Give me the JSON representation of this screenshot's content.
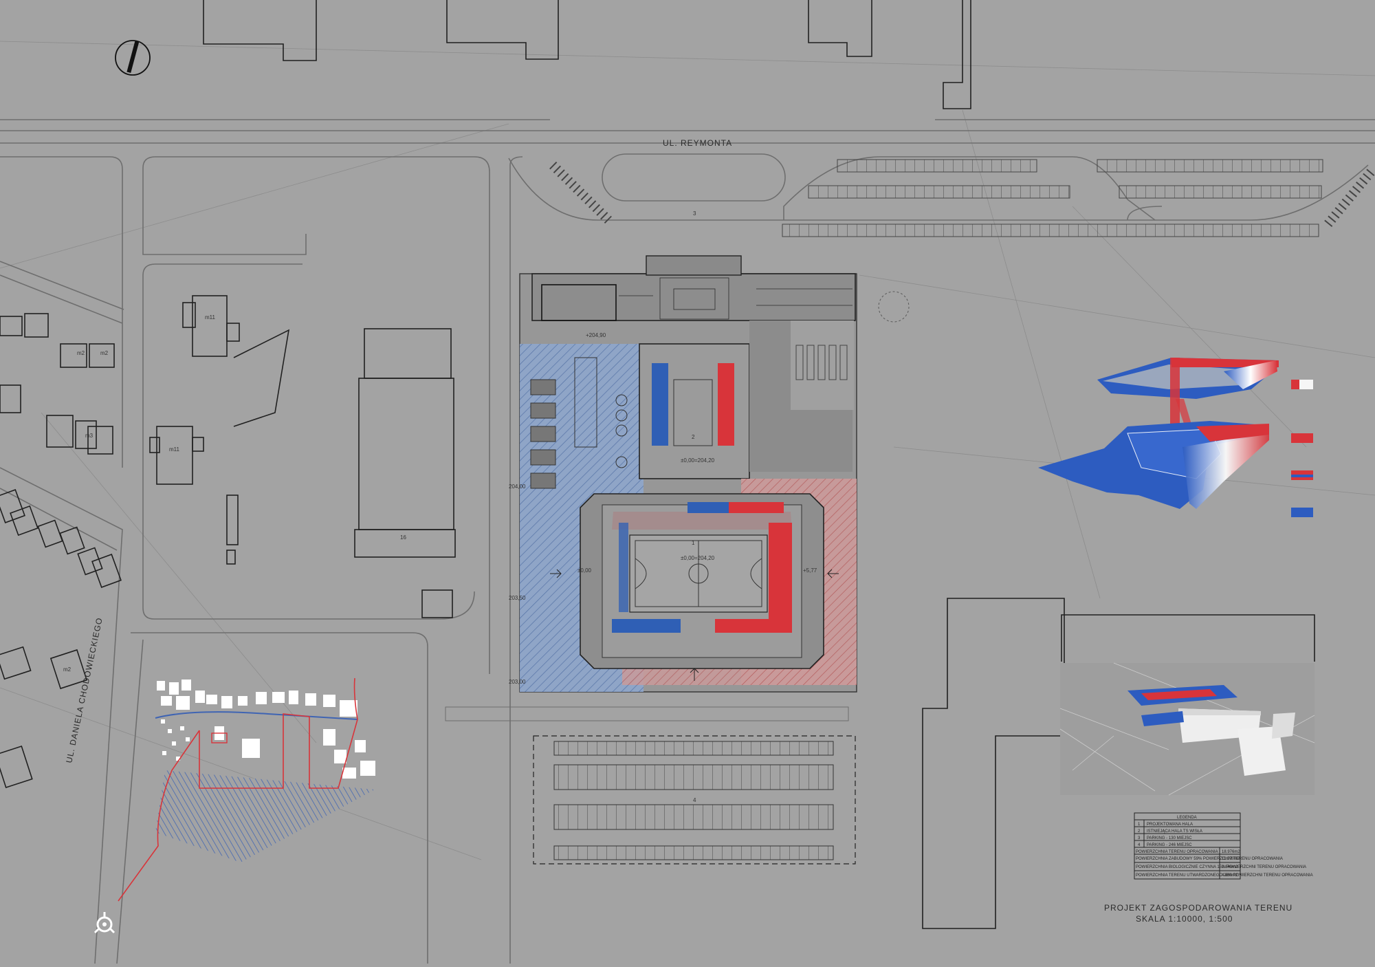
{
  "streets": {
    "reymonta": "UL. REYMONTA",
    "chodowieckiego": "UL. DANIELA CHODOWIECKIEGO"
  },
  "plan_marks": {
    "marker_1": "1",
    "marker_2": "2",
    "marker_3": "3",
    "marker_4": "4",
    "level_pool": "+204,90",
    "level_hall2": "±0,00=204,20",
    "level_hall1": "±0,00=204,20",
    "level_left": "±0,00",
    "level_right": "+5,77",
    "level_a": "204,00",
    "level_b": "203,50",
    "level_c": "203,00",
    "bld_m11_a": "m11",
    "bld_m11_b": "m11",
    "bld_m2_a": "m2",
    "bld_m2_b": "m2",
    "bld_m3": "m3",
    "bld_m2_c": "m2",
    "bld_16": "16"
  },
  "legend": {
    "title": "LEGENDA",
    "items": [
      {
        "no": "1",
        "text": "PROJEKTOWANA HALA"
      },
      {
        "no": "2",
        "text": "ISTNIEJĄCA HALA TS WISŁA"
      },
      {
        "no": "3",
        "text": "PARKING - 130 MIEJSC"
      },
      {
        "no": "4",
        "text": "PARKING - 246 MIEJSC"
      }
    ],
    "areas": [
      {
        "text": "POWIERZCHNIA TERENU OPRACOWANIA",
        "value": "18.976m2"
      },
      {
        "text": "POWIERZCHNIA ZABUDOWY 59% POWIERZCHNI TERENU OPRACOWANIA",
        "value": "11.270m2"
      },
      {
        "text": "POWIERZCHNIA BIOLOGICZNIE CZYNNA 15% POWIERZCHNI TERENU OPRACOWANIA",
        "value": "2.846m2"
      },
      {
        "text": "POWIERZCHNIA TERENU UTWARDZONEGO 26% POWIERZCHNI TERENU OPRACOWANIA",
        "value": "4.860m2"
      }
    ]
  },
  "title_block": {
    "line1": "PROJEKT ZAGOSPODAROWANIA TERENU",
    "line2": "SKALA 1:10000, 1:500"
  },
  "colors": {
    "background": "#a3a3a3",
    "blue": "#2f5fb5",
    "red": "#d8343a",
    "blue_hatch": "#7f9fcf",
    "red_hatch": "#d48f8f"
  },
  "icons": {
    "north": "north-arrow-icon",
    "compass": "compass-icon"
  }
}
